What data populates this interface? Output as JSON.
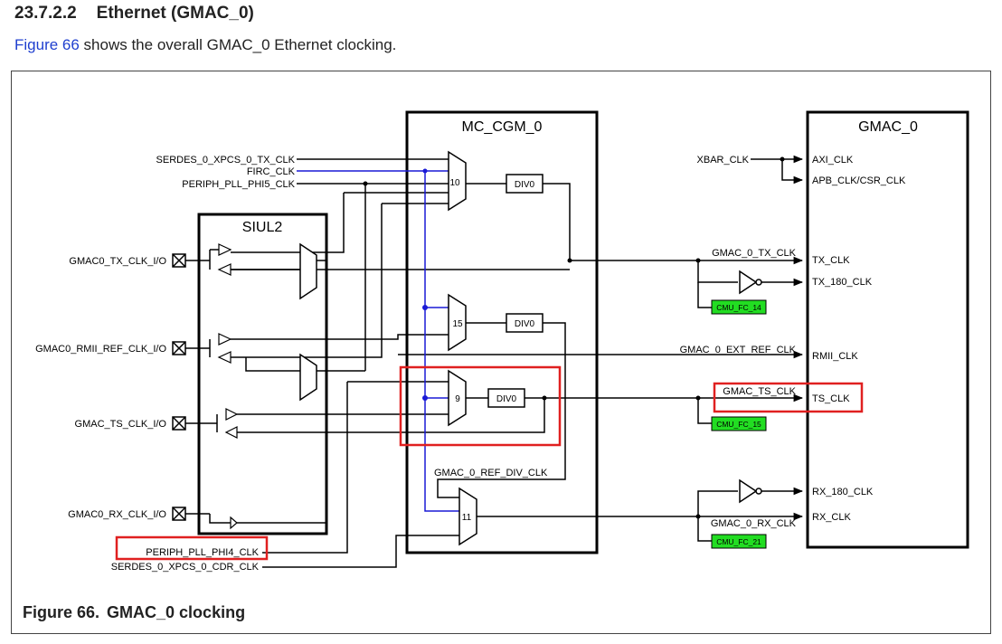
{
  "section": {
    "number": "23.7.2.2",
    "title": "Ethernet (GMAC_0)"
  },
  "intro": {
    "link": "Figure 66",
    "text": " shows the overall GMAC_0 Ethernet clocking."
  },
  "caption": {
    "number": "Figure 66.",
    "title": "GMAC_0 clocking"
  },
  "blocks": {
    "mc_cgm": "MC_CGM_0",
    "gmac": "GMAC_0",
    "siul": "SIUL2"
  },
  "inputs": {
    "serdes_tx": "SERDES_0_XPCS_0_TX_CLK",
    "firc": "FIRC_CLK",
    "phi5": "PERIPH_PLL_PHI5_CLK",
    "phi4": "PERIPH_PLL_PHI4_CLK",
    "serdes_cdr": "SERDES_0_XPCS_0_CDR_CLK",
    "xbar": "XBAR_CLK"
  },
  "pins": {
    "tx_io": "GMAC0_TX_CLK_I/O",
    "rmii_io": "GMAC0_RMII_REF_CLK_I/O",
    "ts_io": "GMAC_TS_CLK_I/O",
    "rx_io": "GMAC0_RX_CLK_I/O"
  },
  "mux": {
    "m10": "10",
    "m15": "15",
    "m9": "9",
    "m11": "11"
  },
  "div": {
    "d10": "DIV0",
    "d15": "DIV0",
    "d9": "DIV0"
  },
  "nets": {
    "tx": "GMAC_0_TX_CLK",
    "ext_ref": "GMAC_0_EXT_REF_CLK",
    "ts": "GMAC_TS_CLK",
    "ref_div": "GMAC_0_REF_DIV_CLK",
    "rx": "GMAC_0_RX_CLK"
  },
  "gmac_ports": {
    "axi": "AXI_CLK",
    "apb": "APB_CLK/CSR_CLK",
    "tx": "TX_CLK",
    "tx180": "TX_180_CLK",
    "rmii": "RMII_CLK",
    "ts": "TS_CLK",
    "rx180": "RX_180_CLK",
    "rx": "RX_CLK"
  },
  "cmu": {
    "fc14": "CMU_FC_14",
    "fc15": "CMU_FC_15",
    "fc21": "CMU_FC_21"
  },
  "colors": {
    "line": "#000000",
    "firc": "#1a1ad6",
    "highlight": "#e02020",
    "cmu": "#22dd22"
  }
}
